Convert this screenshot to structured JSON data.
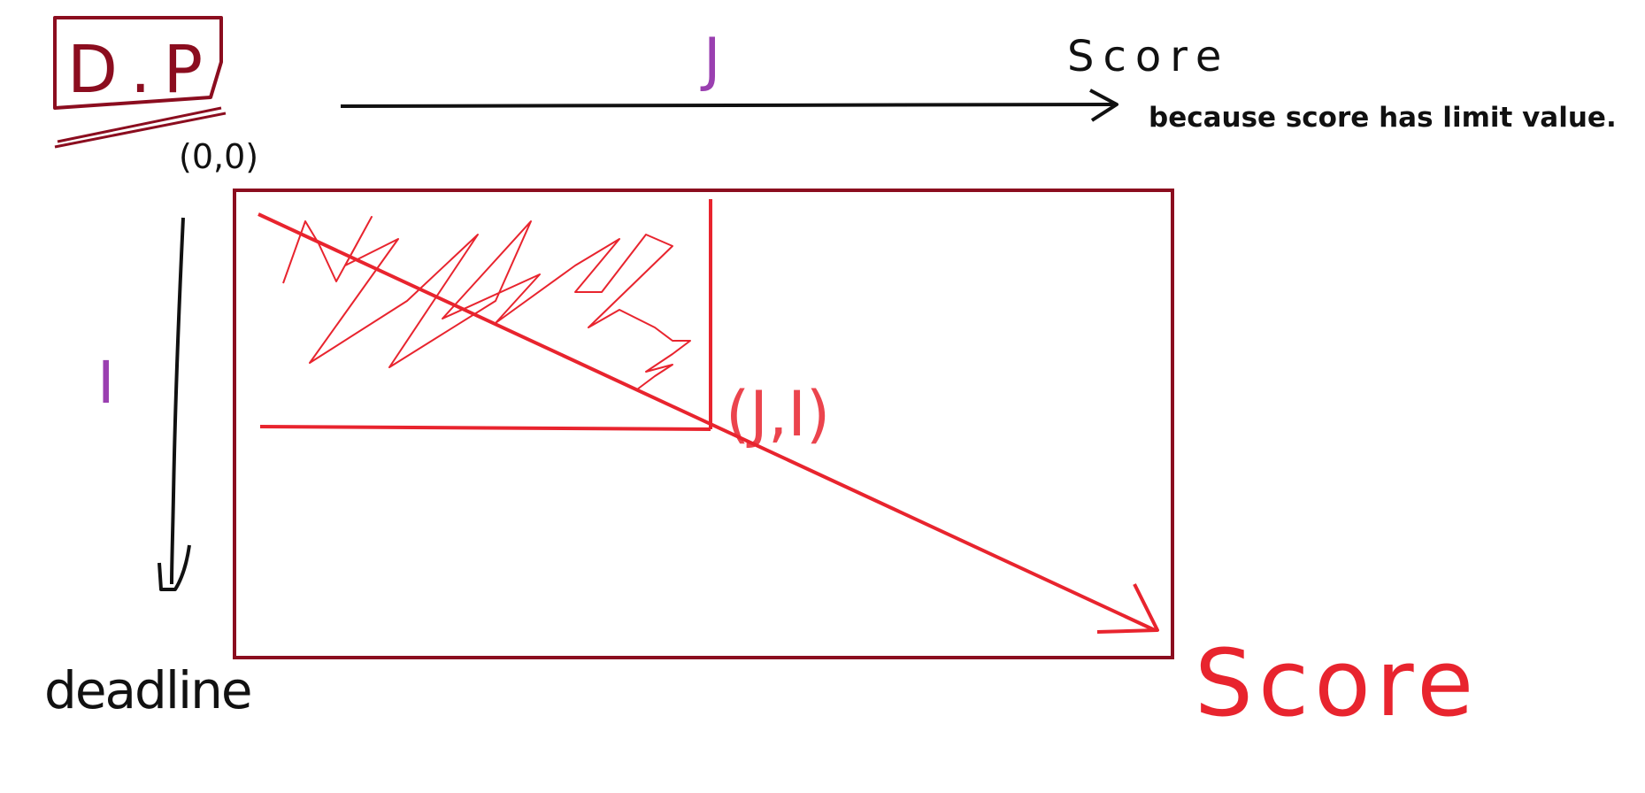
{
  "diagram": {
    "dp_label": "D.P",
    "origin_label": "(0,0)",
    "horizontal_axis": {
      "variable": "J",
      "label": "Score",
      "note": "because score has limit value."
    },
    "vertical_axis": {
      "variable": "I",
      "label": "deadline"
    },
    "point_label": "(J,I)",
    "diagonal_label": "Score",
    "colors": {
      "box": "#8b0d1f",
      "red": "#e8242e",
      "purple": "#9a3fb0",
      "black": "#111111"
    }
  }
}
